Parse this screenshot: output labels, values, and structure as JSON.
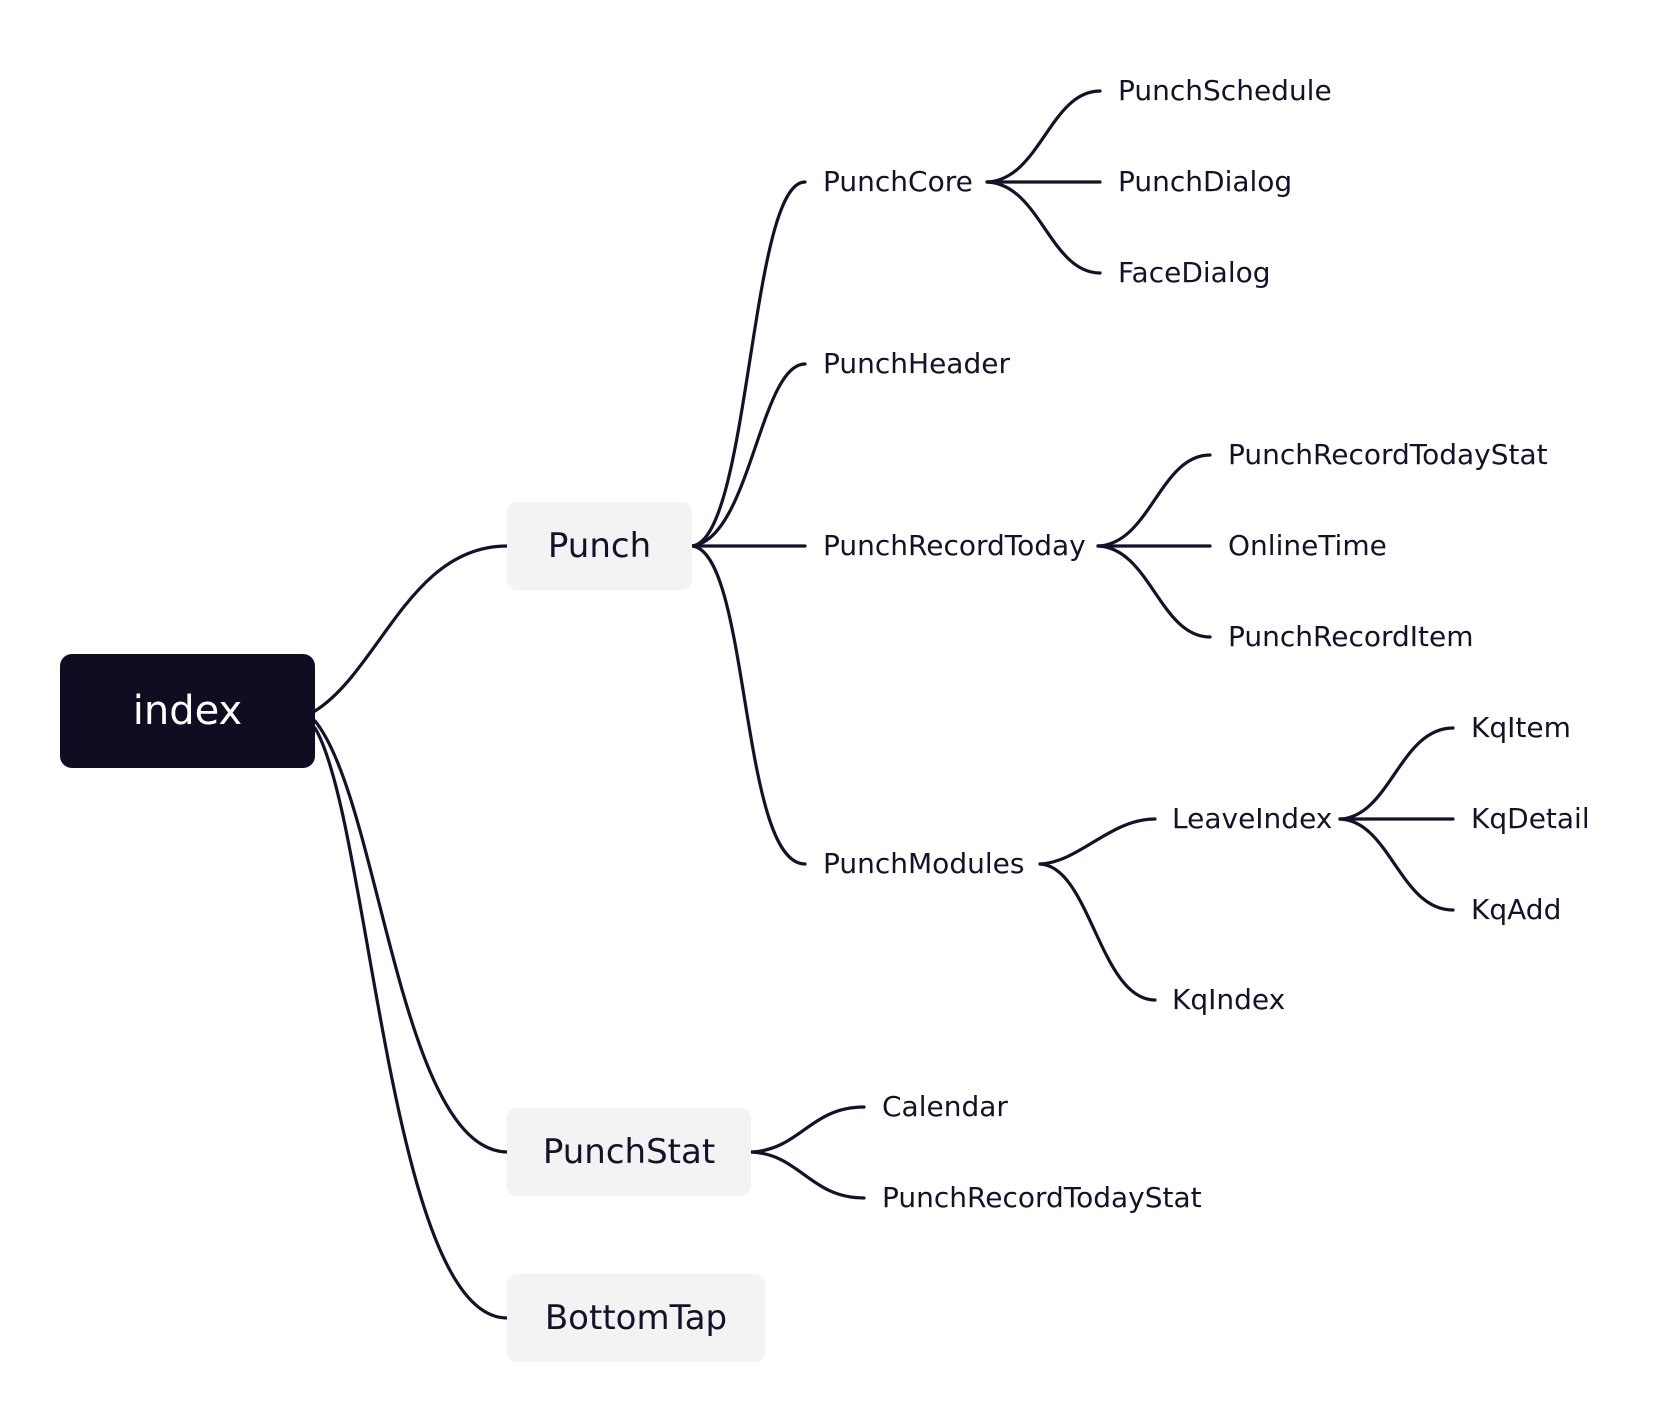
{
  "mindmap": {
    "root": "index",
    "punch": "Punch",
    "punch_core": "PunchCore",
    "punch_schedule": "PunchSchedule",
    "punch_dialog": "PunchDialog",
    "face_dialog": "FaceDialog",
    "punch_header": "PunchHeader",
    "punch_record_today": "PunchRecordToday",
    "punch_record_today_stat": "PunchRecordTodayStat",
    "online_time": "OnlineTime",
    "punch_record_item": "PunchRecordItem",
    "punch_modules": "PunchModules",
    "leave_index": "LeaveIndex",
    "kq_item": "KqItem",
    "kq_detail": "KqDetail",
    "kq_add": "KqAdd",
    "kq_index": "KqIndex",
    "punch_stat": "PunchStat",
    "calendar": "Calendar",
    "punch_stat_record_today_stat": "PunchRecordTodayStat",
    "bottom_tap": "BottomTap"
  },
  "colors": {
    "root_fill": "#0f0d22",
    "root_text": "#ffffff",
    "branch_fill": "#f3f3f3",
    "line": "#14122a",
    "text": "#14122a"
  }
}
